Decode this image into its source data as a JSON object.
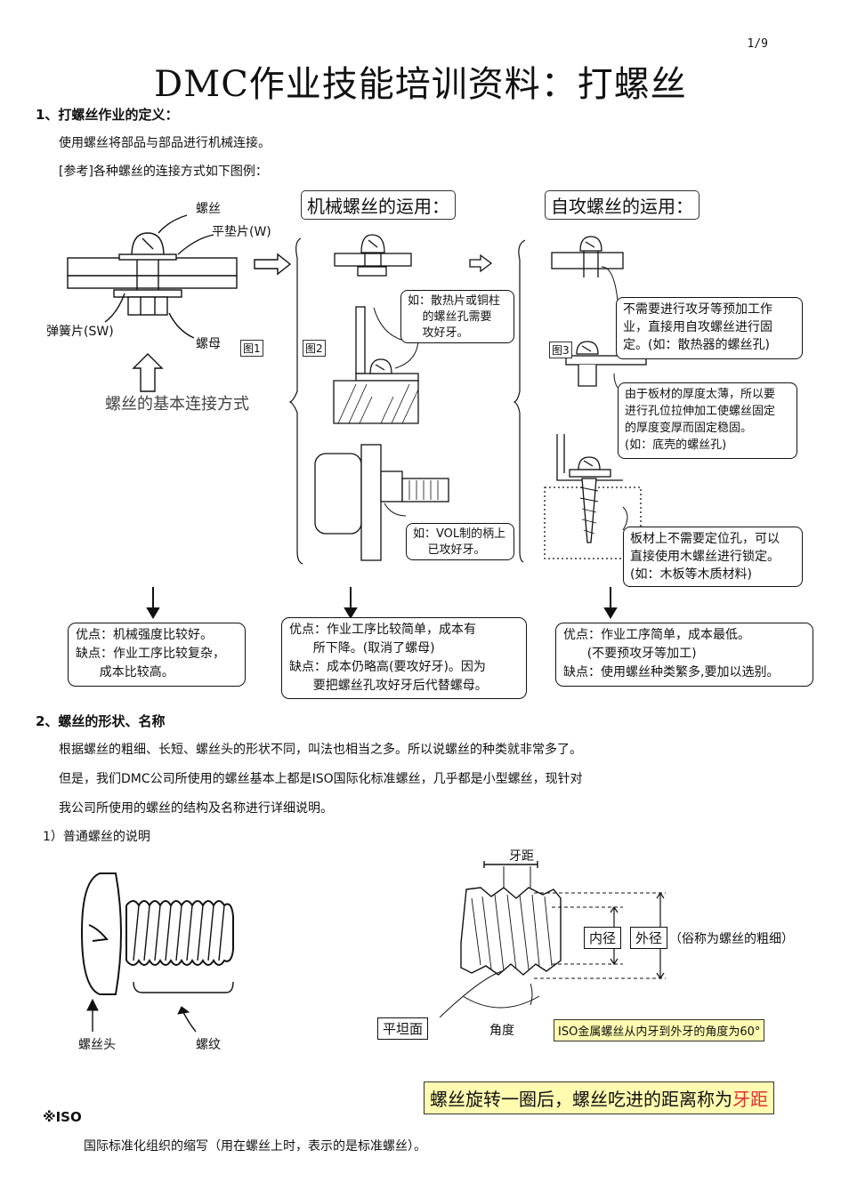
{
  "page_number": "1/9",
  "title": "DMC作业技能培训资料：打螺丝",
  "section1": {
    "heading": "1、打螺丝作业的定义：",
    "line1": "使用螺丝将部品与部品进行机械连接。",
    "line2": "[参考]各种螺丝的连接方式如下图例："
  },
  "diagram1": {
    "label_screw": "螺丝",
    "label_washer": "平垫片(W)",
    "label_spring": "弹簧片(SW)",
    "label_nut": "螺母",
    "fig_label": "图1",
    "caption": "螺丝的基本连接方式"
  },
  "diagram2": {
    "heading": "机械螺丝的运用：",
    "fig_label": "图2",
    "callout1": "如：散热片或铜柱\n    的螺丝孔需要\n    攻好牙。",
    "callout2": "如：VOL制的柄上\n    已攻好牙。"
  },
  "diagram3": {
    "heading": "自攻螺丝的运用：",
    "fig_label": "图3",
    "callout1": "不需要进行攻牙等预加工作\n业，直接用自攻螺丝进行固\n定。(如：散热器的螺丝孔)",
    "callout2": "由于板材的厚度太薄，所以要\n进行孔位拉伸加工使螺丝固定\n的厚度变厚而固定稳固。\n(如：底壳的螺丝孔)",
    "callout3": "板材上不需要定位孔，可以\n直接使用木螺丝进行锁定。\n(如：木板等木质材料)"
  },
  "pros_cons": {
    "box1": "优点：机械强度比较好。\n缺点：作业工序比较复杂，\n      成本比较高。",
    "box2": "优点：作业工序比较简单，成本有\n      所下降。(取消了螺母)\n缺点：成本仍略高(要攻好牙)。因为\n      要把螺丝孔攻好牙后代替螺母。",
    "box3": "优点：作业工序简单，成本最低。\n      (不要预攻牙等加工)\n缺点：使用螺丝种类繁多,要加以选别。"
  },
  "section2": {
    "heading": "2、螺丝的形状、名称",
    "line1": "根据螺丝的粗细、长短、螺丝头的形状不同，叫法也相当之多。所以说螺丝的种类就非常多了。",
    "line2": "但是，我们DMC公司所使用的螺丝基本上都是ISO国际化标准螺丝，几乎都是小型螺丝，现针对",
    "line3": "我公司所使用的螺丝的结构及名称进行详细说明。",
    "sub1": "1）普通螺丝的说明"
  },
  "screw_fig": {
    "label_head": "螺丝头",
    "label_thread": "螺纹"
  },
  "thread_fig": {
    "pitch": "牙距",
    "inner": "内径",
    "outer": "外径",
    "outer_note": "（俗称为螺丝的粗细）",
    "flat": "平坦面",
    "angle": "角度",
    "iso_note": "ISO金属螺丝从内牙到外牙的角度为60°"
  },
  "highlight": {
    "main": "螺丝旋转一圈后，螺丝吃进的距离称为",
    "red": "牙距"
  },
  "iso_note": {
    "heading": "※ISO",
    "text": "国际标准化组织的缩写（用在螺丝上时，表示的是标准螺丝）。"
  }
}
